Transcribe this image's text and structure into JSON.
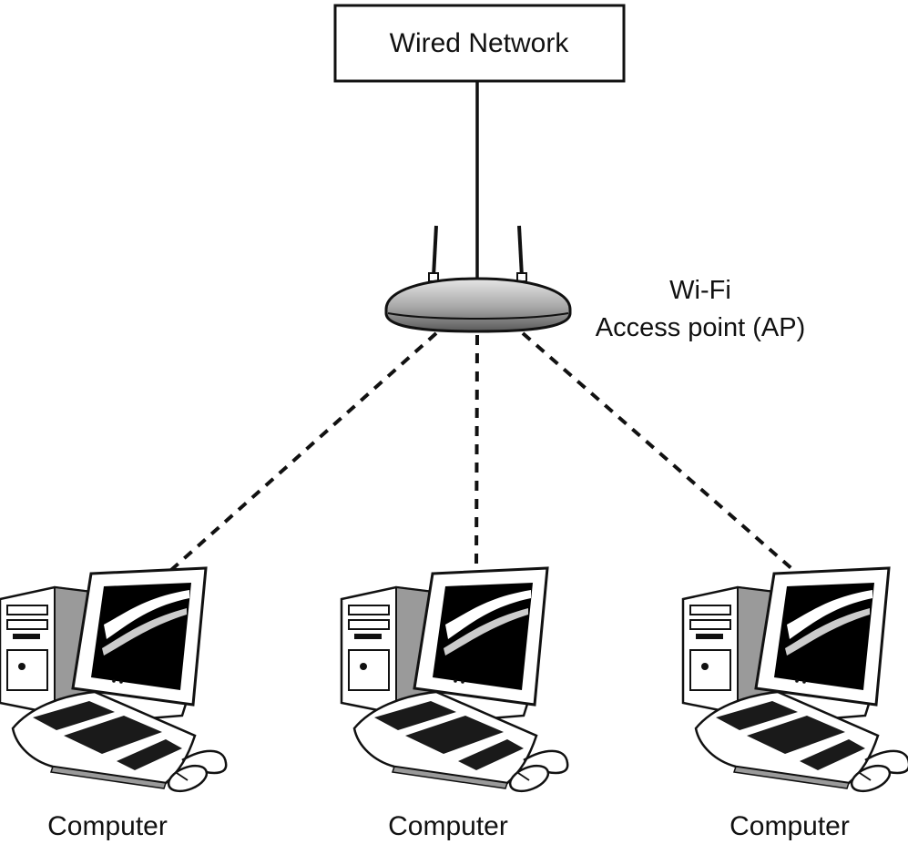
{
  "wired_network": {
    "label": "Wired Network"
  },
  "access_point": {
    "label_line1": "Wi-Fi",
    "label_line2": "Access point (AP)"
  },
  "computers": [
    {
      "label": "Computer"
    },
    {
      "label": "Computer"
    },
    {
      "label": "Computer"
    }
  ],
  "colors": {
    "line": "#111111",
    "device_gray": "#8a8a8a",
    "screen": "#000000",
    "background": "#ffffff"
  }
}
